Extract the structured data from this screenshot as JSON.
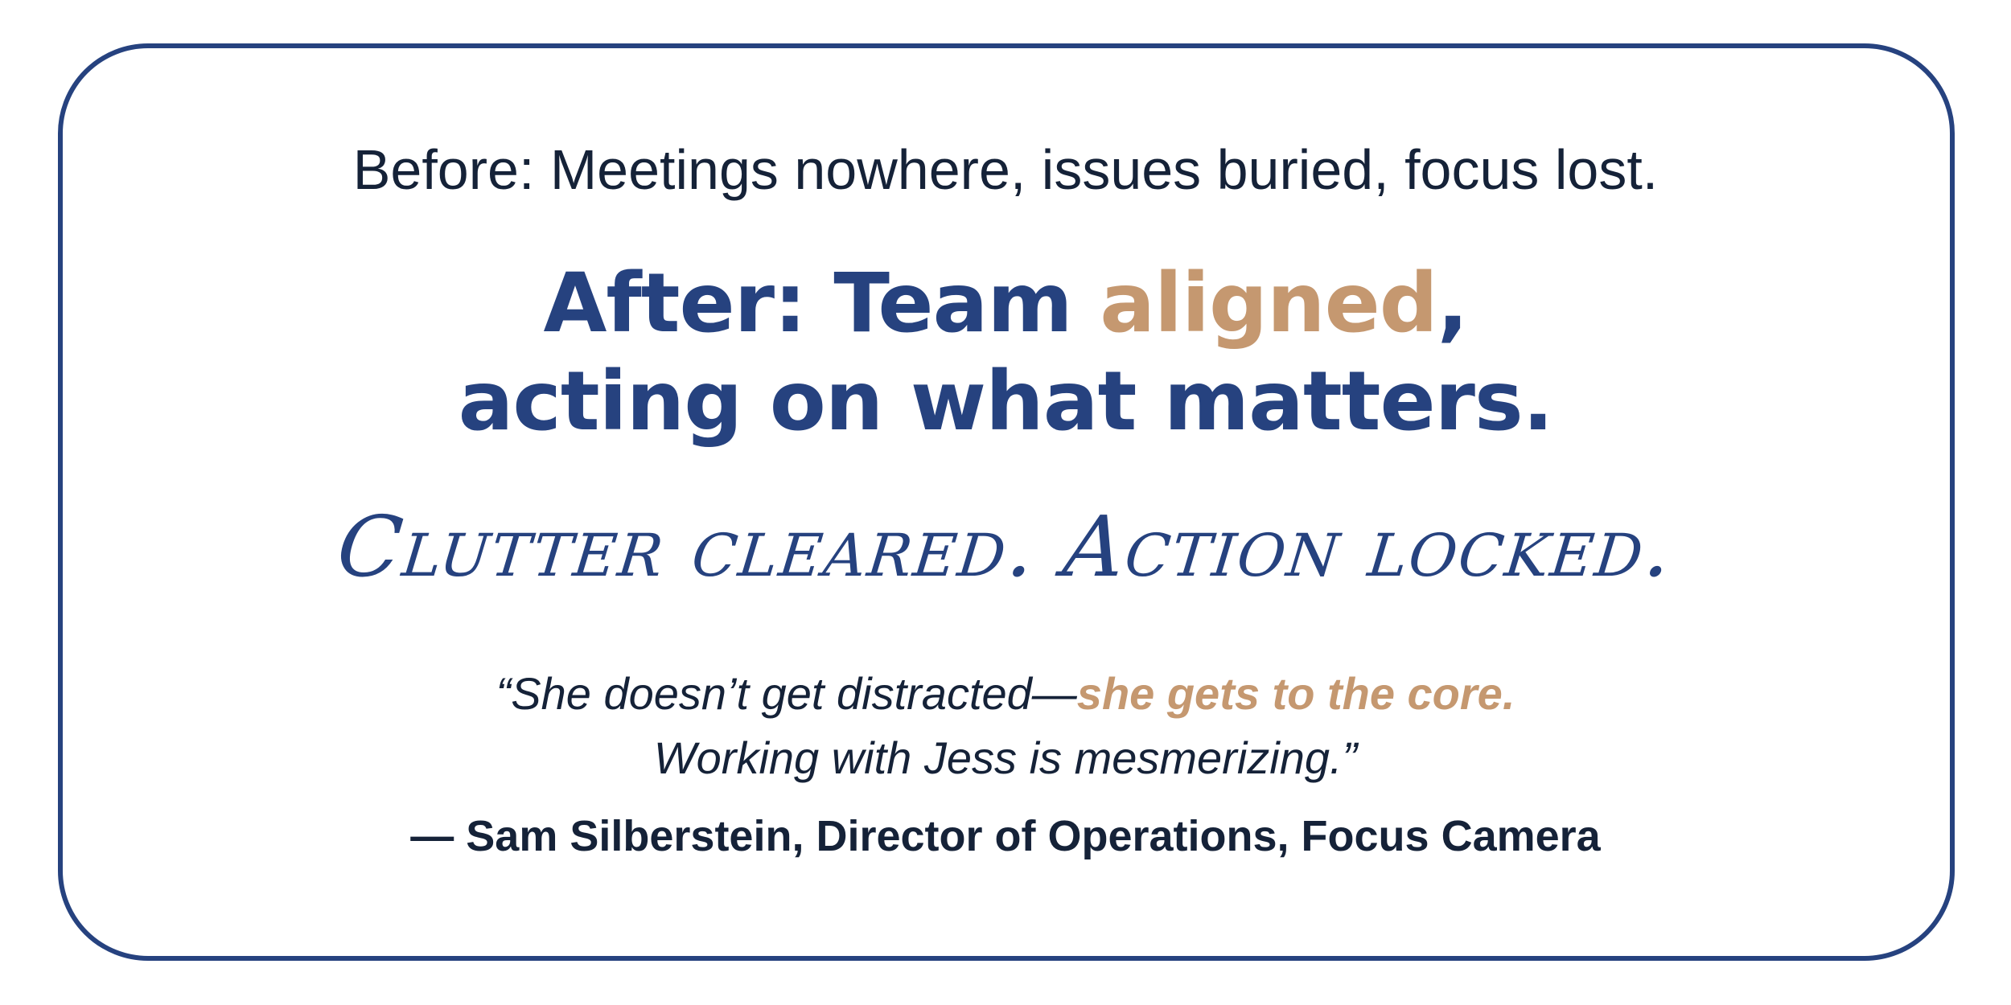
{
  "before_text": "Before: Meetings nowhere, issues buried, focus lost.",
  "after": {
    "line1_prefix": "After: Team ",
    "line1_highlight": "aligned",
    "line1_suffix": ",",
    "line2": "acting on what matters."
  },
  "tagline": "Clutter cleared. Action locked.",
  "testimonial": {
    "quote_line1_plain": "“She doesn’t get distracted—",
    "quote_line1_highlight": "she gets to the core.",
    "quote_line2": "Working with Jess is mesmerizing.”",
    "attribution": "— Sam Silberstein, Director of Operations, Focus Camera"
  },
  "colors": {
    "border": "#26427f",
    "primary_blue": "#26427f",
    "accent_tan": "#c59870",
    "dark_text": "#152238",
    "background": "#ffffff"
  }
}
